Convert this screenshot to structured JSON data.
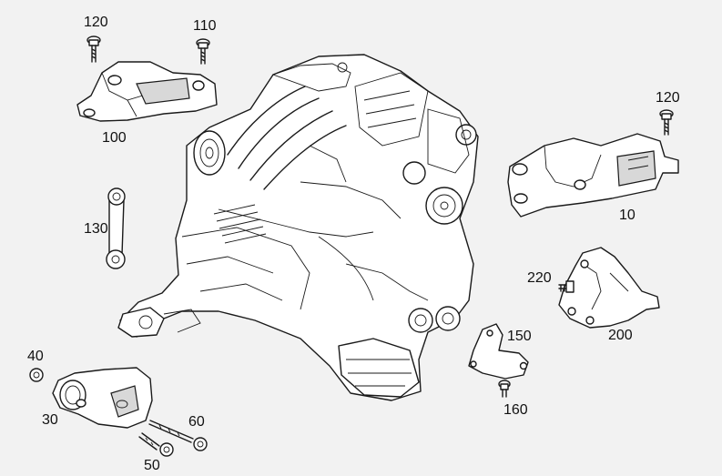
{
  "diagram": {
    "background": "#f2f2f2",
    "line_color": "#1a1a1a",
    "labels": {
      "l120a": "120",
      "l110": "110",
      "l100": "100",
      "l120b": "120",
      "l10": "10",
      "l130": "130",
      "l220": "220",
      "l200": "200",
      "l150": "150",
      "l160": "160",
      "l40": "40",
      "l30": "30",
      "l60": "60",
      "l50": "50"
    }
  }
}
